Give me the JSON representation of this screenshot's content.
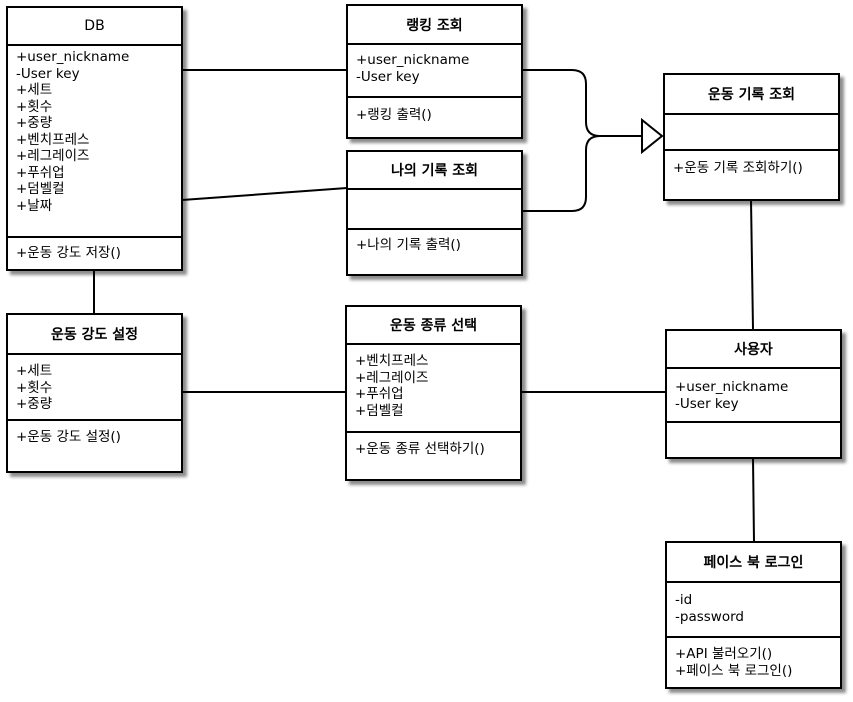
{
  "classes": {
    "db": {
      "name": "DB",
      "attributes": [
        "+user_nickname",
        "-User key",
        "+세트",
        "+횟수",
        "+중량",
        "+벤치프레스",
        "+레그레이즈",
        "+푸쉬업",
        "+덤벨컬",
        "+날짜"
      ],
      "methods": [
        "+운동 강도 저장()"
      ]
    },
    "ranking": {
      "name": "랭킹 조회",
      "attributes": [
        "+user_nickname",
        "-User key"
      ],
      "methods": [
        "+랭킹 출력()"
      ]
    },
    "my_record": {
      "name": "나의 기록 조회",
      "attributes": [],
      "methods": [
        "+나의 기록 출력()"
      ]
    },
    "exercise_record": {
      "name": "운동 기록 조회",
      "attributes": [],
      "methods": [
        "+운동 기록 조회하기()"
      ]
    },
    "intensity": {
      "name": "운동 강도 설정",
      "attributes": [
        "+세트",
        "+횟수",
        "+중량"
      ],
      "methods": [
        "+운동 강도 설정()"
      ]
    },
    "exercise_type": {
      "name": "운동 종류 선택",
      "attributes": [
        "+벤치프레스",
        "+레그레이즈",
        "+푸쉬업",
        "+덤벨컬"
      ],
      "methods": [
        "+운동 종류 선택하기()"
      ]
    },
    "user": {
      "name": "사용자",
      "attributes": [
        "+user_nickname",
        "-User key"
      ],
      "methods": []
    },
    "facebook_login": {
      "name": "페이스 북 로그인",
      "attributes": [
        "-id",
        "-password"
      ],
      "methods": [
        "+API 불러오기()",
        "+페이스 북 로그인()"
      ]
    }
  },
  "relations": [
    {
      "from": "db",
      "to": "ranking",
      "kind": "association"
    },
    {
      "from": "db",
      "to": "my_record",
      "kind": "association"
    },
    {
      "from": "ranking",
      "to": "exercise_record",
      "kind": "generalization"
    },
    {
      "from": "my_record",
      "to": "exercise_record",
      "kind": "generalization"
    },
    {
      "from": "exercise_record",
      "to": "user",
      "kind": "association"
    },
    {
      "from": "user",
      "to": "facebook_login",
      "kind": "association"
    },
    {
      "from": "db",
      "to": "intensity",
      "kind": "association"
    },
    {
      "from": "intensity",
      "to": "exercise_type",
      "kind": "association"
    },
    {
      "from": "exercise_type",
      "to": "user",
      "kind": "association"
    }
  ]
}
